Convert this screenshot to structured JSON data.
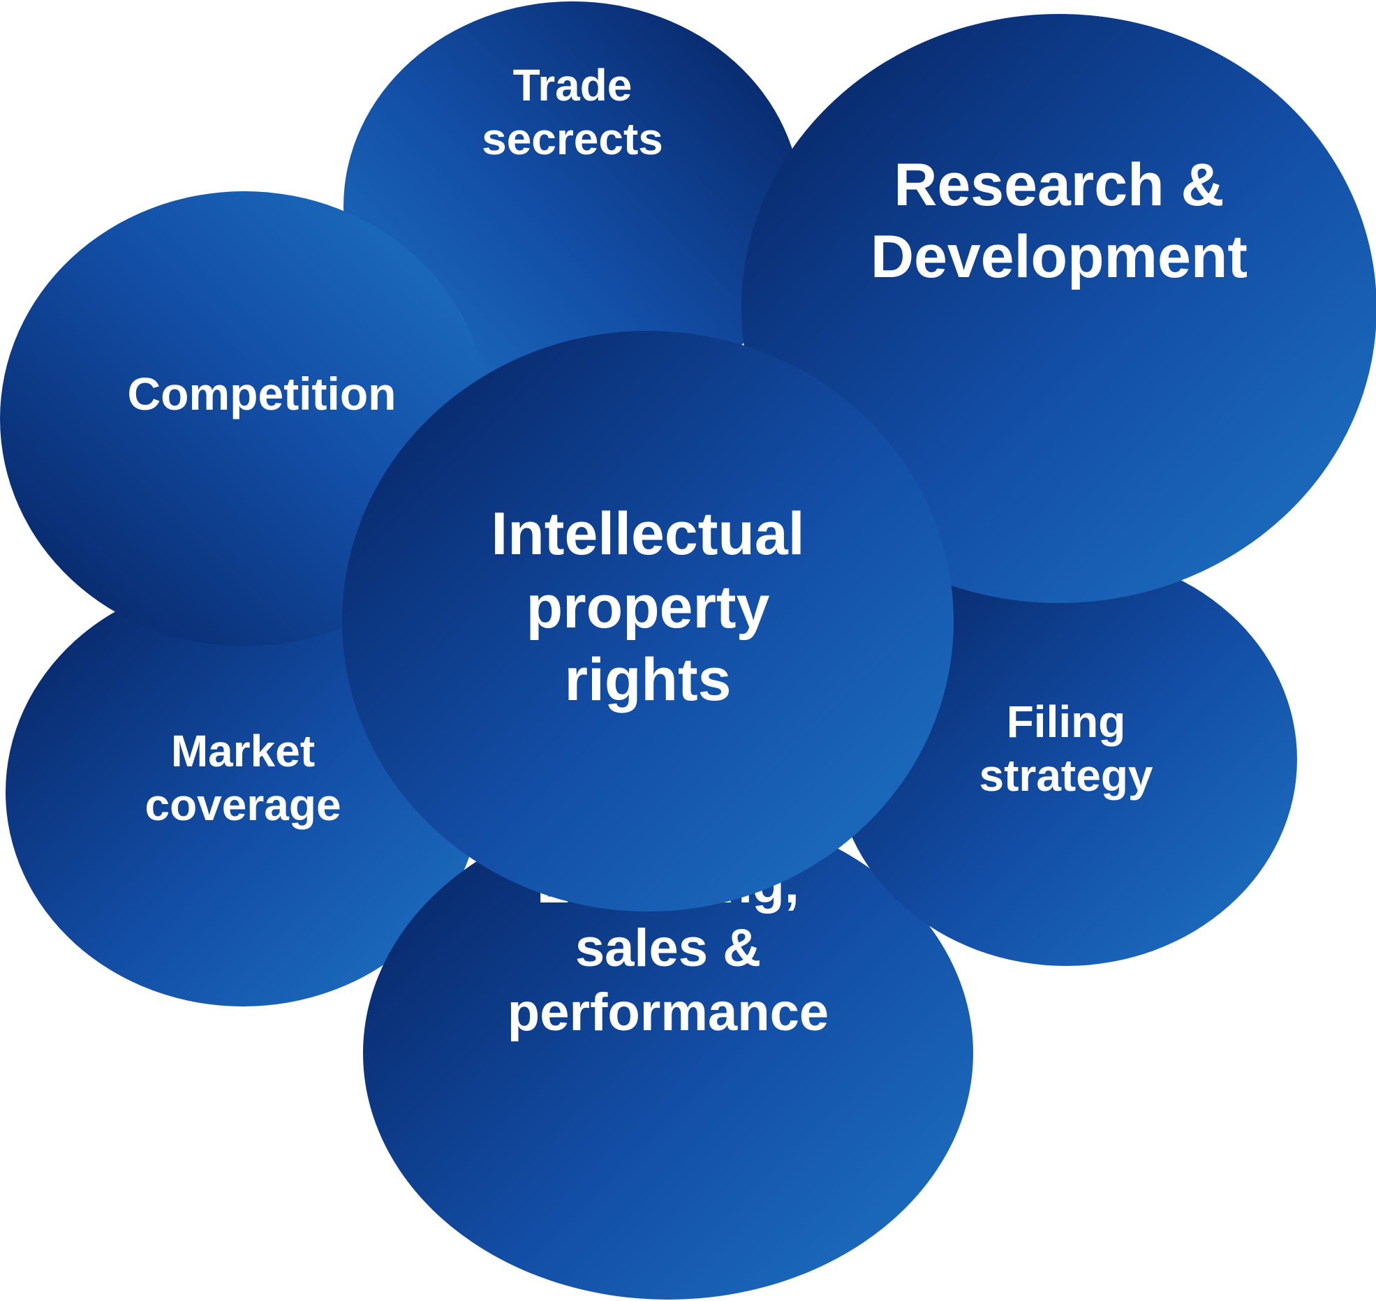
{
  "center": {
    "label": "Intellectual\nproperty\nrights"
  },
  "nodes": {
    "trade_secrets": "Trade\nsecrects",
    "research_development": "Research &\nDevelopment",
    "competition": "Competition",
    "market_coverage": "Market\ncoverage",
    "filing_strategy": "Filing\nstrategy",
    "licensing": "Licensing,\nsales &\nperformance"
  },
  "colors": {
    "light_blue": "#1e74c4",
    "mid_blue": "#134ea6",
    "navy": "#06215f",
    "text": "#ffffff"
  }
}
